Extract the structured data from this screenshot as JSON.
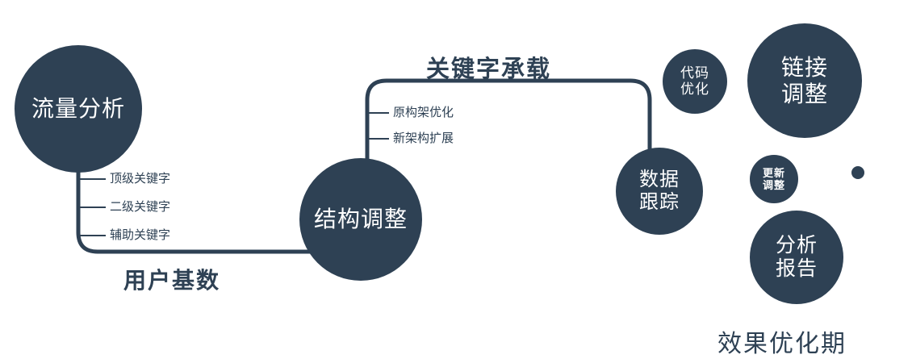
{
  "diagram": {
    "nodes": {
      "traffic": {
        "label": "流量分析"
      },
      "structure": {
        "label": "结构调整"
      },
      "data_tracking": {
        "line1": "数据",
        "line2": "跟踪"
      },
      "code_opt": {
        "line1": "代码",
        "line2": "优化"
      },
      "link_adjust": {
        "line1": "链接",
        "line2": "调整"
      },
      "update_adjust": {
        "line1": "更新",
        "line2": "调整"
      },
      "analysis_report": {
        "line1": "分析",
        "line2": "报告"
      }
    },
    "edge_labels": {
      "user_base": "用户基数",
      "keyword_bearing": "关键字承载"
    },
    "branches": {
      "traffic": [
        "顶级关键字",
        "二级关键字",
        "辅助关键字"
      ],
      "structure": [
        "原构架优化",
        "新架构扩展"
      ]
    },
    "caption": "效果优化期",
    "colors": {
      "primary": "#2e4154",
      "background": "#ffffff",
      "text_on_node": "#ffffff"
    }
  }
}
